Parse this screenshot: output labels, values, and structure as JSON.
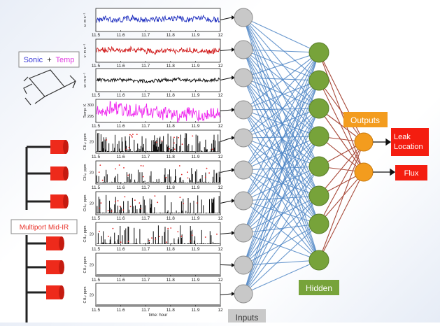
{
  "sensor": {
    "sonic": "Sonic",
    "plus": "+",
    "temp": "Temp",
    "multiport": "Multiport Mid-IR"
  },
  "plots": {
    "x_ticks": [
      "11.5",
      "11.6",
      "11.7",
      "11.8",
      "11.9",
      "12"
    ],
    "x_label": "time: hour",
    "panels": [
      {
        "ylabel": "u: m s⁻¹",
        "yticks": []
      },
      {
        "ylabel": "v: m s⁻¹",
        "yticks": []
      },
      {
        "ylabel": "w: m s⁻¹",
        "yticks": []
      },
      {
        "ylabel": "Temp: K",
        "yticks": [
          "300",
          "295"
        ]
      },
      {
        "ylabel": "CH₄: ppm",
        "yticks": [
          "20"
        ]
      },
      {
        "ylabel": "CH₄: ppm",
        "yticks": [
          "20"
        ]
      },
      {
        "ylabel": "CH₄: ppm",
        "yticks": [
          "20"
        ]
      },
      {
        "ylabel": "CH₄: ppm",
        "yticks": [
          "20"
        ]
      },
      {
        "ylabel": "CH₄: ppm",
        "yticks": [
          "20"
        ]
      },
      {
        "ylabel": "CH₄: ppm",
        "yticks": [
          "20"
        ]
      }
    ]
  },
  "network": {
    "inputs_label": "Inputs",
    "hidden_label": "Hidden",
    "outputs_label": "Outputs",
    "output_1": "Leak Location",
    "output_2": "Flux"
  },
  "colors": {
    "input_node": "#c8c8c8",
    "hidden_node": "#77a33a",
    "output_node": "#f39c1e",
    "input_connection": "#4f86c6",
    "hidden_connection": "#a84a3a",
    "result_box": "#f41d10",
    "trace_u": "#1f2fbf",
    "trace_v": "#d01818",
    "trace_w": "#111111",
    "trace_temp": "#ee22ee"
  }
}
